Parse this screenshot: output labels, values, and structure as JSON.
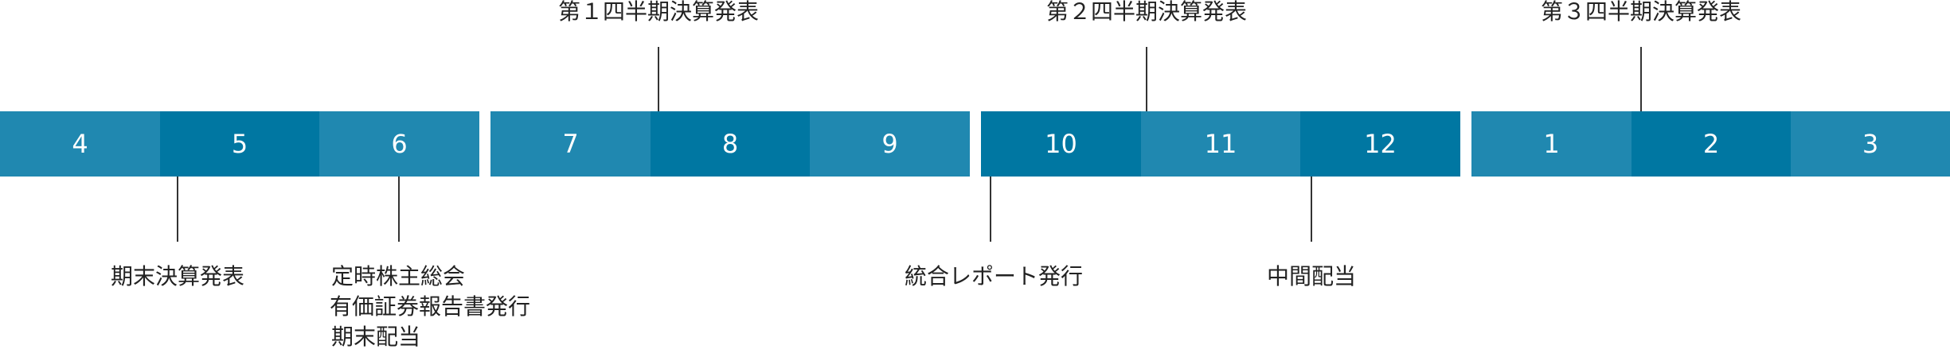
{
  "months": [
    "4",
    "5",
    "6",
    "7",
    "8",
    "9",
    "10",
    "11",
    "12",
    "1",
    "2",
    "3"
  ],
  "top_events": {
    "q1": "第１四半期決算発表",
    "q2": "第２四半期決算発表",
    "q3": "第３四半期決算発表"
  },
  "bottom_events": {
    "m5": "期末決算発表",
    "m6": [
      "定時株主総会",
      "有価証券報告書発行",
      "期末配当"
    ],
    "m10": "統合レポート発行",
    "m12": "中間配当"
  },
  "colors": {
    "light": "#2088b0",
    "dark": "#0077a2",
    "line": "#333333"
  }
}
